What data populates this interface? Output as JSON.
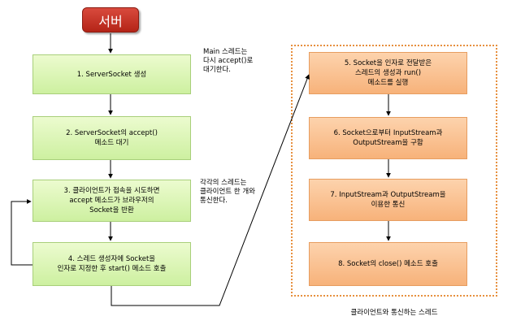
{
  "server_label": "서버",
  "server_steps": [
    "1. ServerSocket 생성",
    "2. ServerSocket의 accept()\n메소드 대기",
    "3. 클라이언트가 접속을 시도하면\naccept 메소드가 브라우저의\nSocket을 반환",
    "4. 스레드 생성자에 Socket을\n인자로 지정한 후 start() 메소드 호출"
  ],
  "notes": {
    "main_thread": "Main  스레드는\n다시 accept()로\n대기한다.",
    "each_thread": "각각의 스레드는\n클라이언트 한 개와\n통신한다."
  },
  "thread_steps": [
    "5. Socket을 인자로 전달받은\n스레드의 생성과  run()\n메소드를 실행",
    "6. Socket으로부터 InputStream과\nOutputStream을 구함",
    "7. InputStream과 OutputStream을\n이용한 통신",
    "8. Socket의 close() 메소드 호출"
  ],
  "thread_group_caption": "클라이언트와 통신하는 스레드",
  "colors": {
    "server_badge": "#c0392b",
    "server_step_fill": "#d8f5b0",
    "thread_step_fill": "#f9c08f",
    "thread_group_border": "#e7903f"
  }
}
